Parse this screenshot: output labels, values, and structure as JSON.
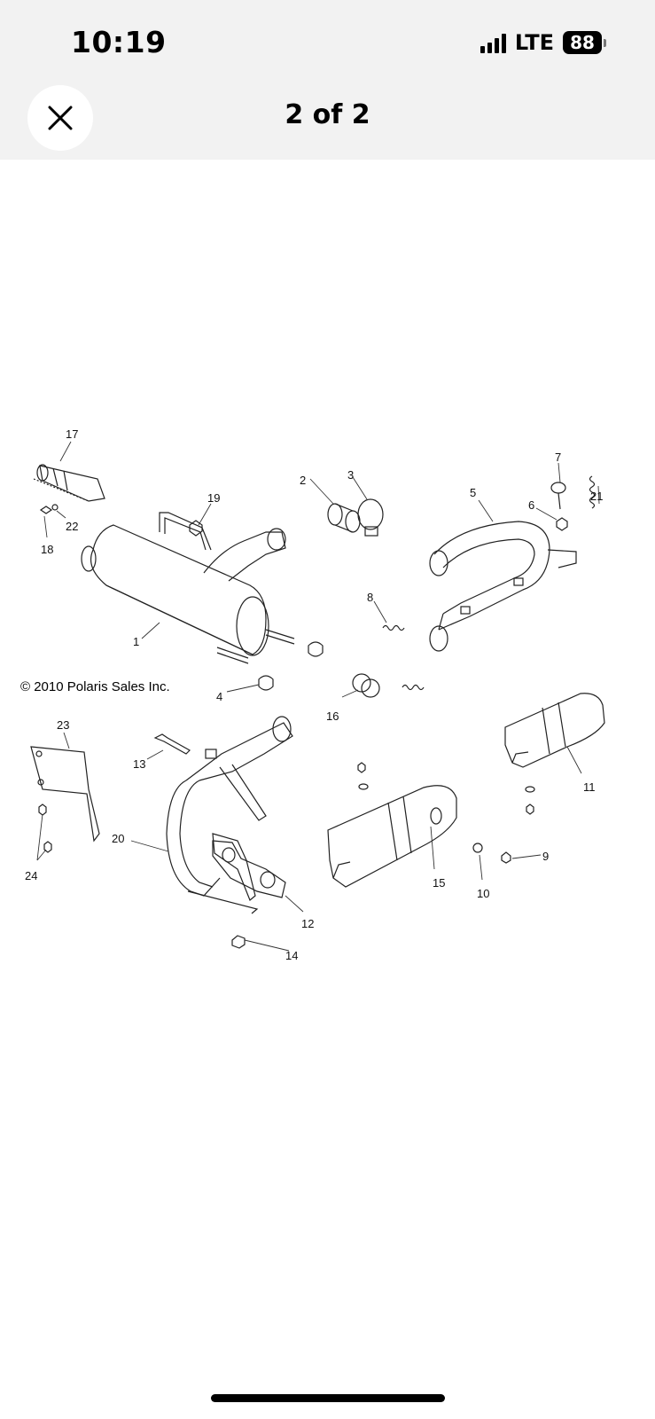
{
  "status_bar": {
    "time": "10:19",
    "network": "LTE",
    "battery": "88"
  },
  "header": {
    "title": "2 of 2",
    "close_icon": "close-icon"
  },
  "diagram": {
    "copyright": "© 2010 Polaris Sales Inc.",
    "callouts": [
      "17",
      "19",
      "2",
      "3",
      "5",
      "7",
      "6",
      "21",
      "22",
      "18",
      "1",
      "8",
      "4",
      "16",
      "23",
      "13",
      "11",
      "20",
      "24",
      "12",
      "15",
      "10",
      "9",
      "14"
    ]
  }
}
